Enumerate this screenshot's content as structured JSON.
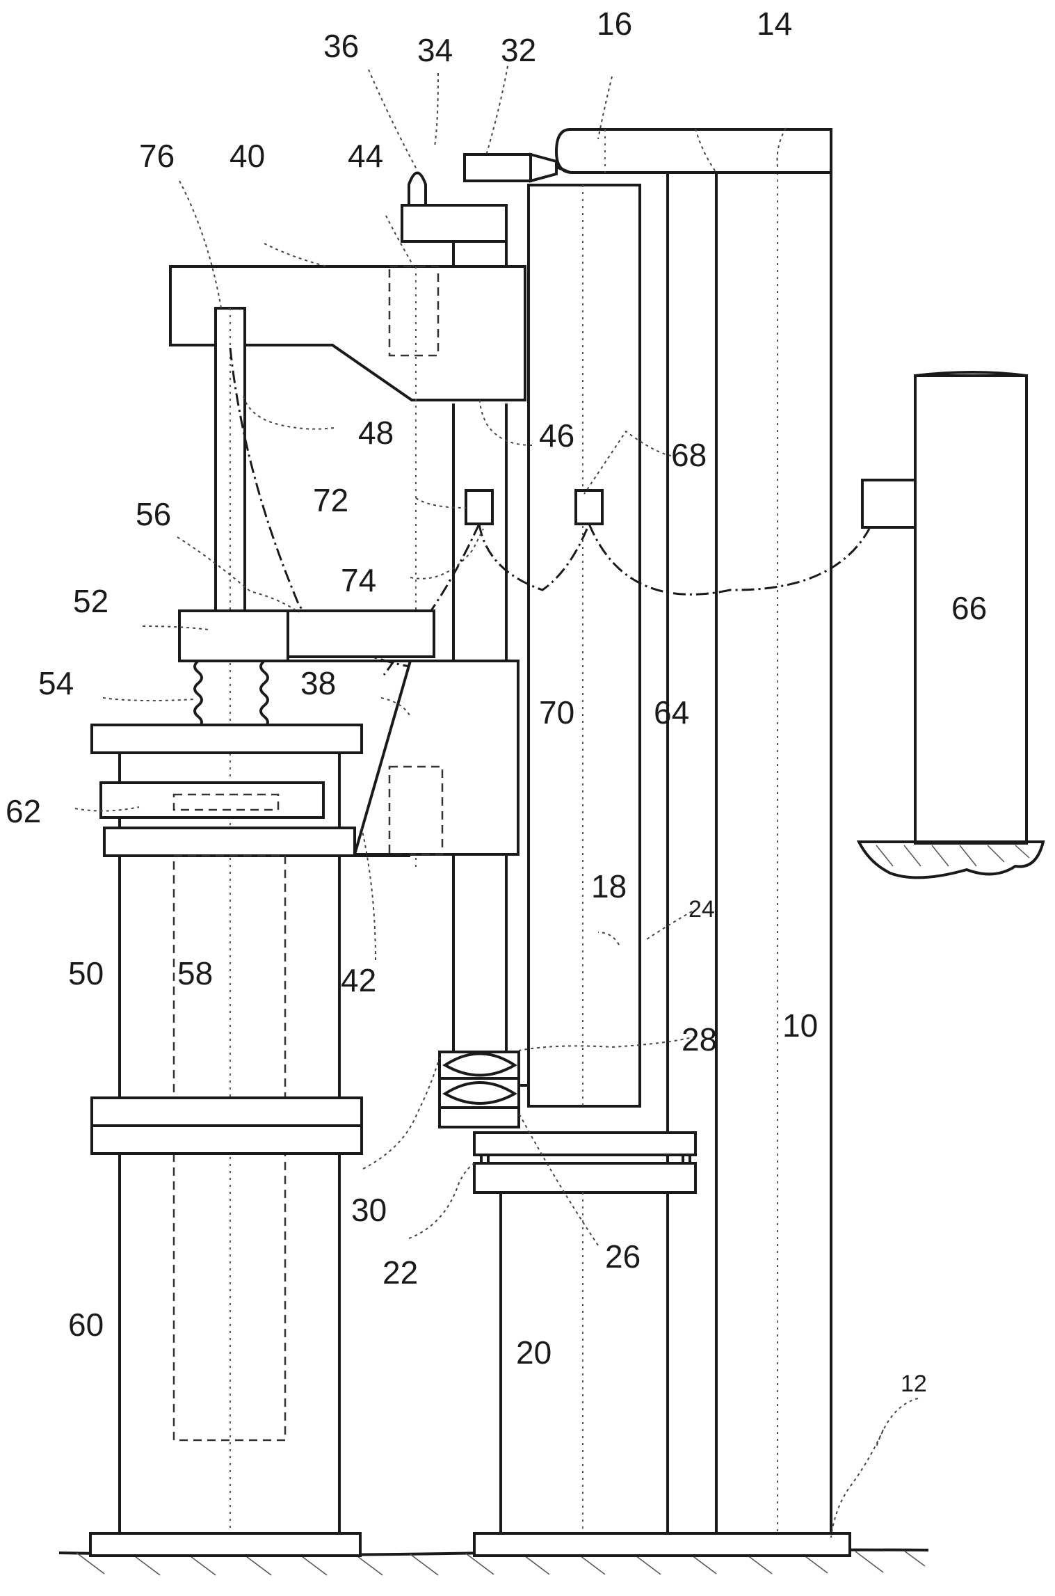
{
  "labels": {
    "l10": "10",
    "l12": "12",
    "l14": "14",
    "l16": "16",
    "l18": "18",
    "l20": "20",
    "l22": "22",
    "l24": "24",
    "l26": "26",
    "l28": "28",
    "l30": "30",
    "l32": "32",
    "l34": "34",
    "l36": "36",
    "l38": "38",
    "l40": "40",
    "l42": "42",
    "l44": "44",
    "l46": "46",
    "l48": "48",
    "l50": "50",
    "l52": "52",
    "l54": "54",
    "l56": "56",
    "l58": "58",
    "l60": "60",
    "l62": "62",
    "l64": "64",
    "l66": "66",
    "l68": "68",
    "l70": "70",
    "l72": "72",
    "l74": "74",
    "l76": "76"
  }
}
